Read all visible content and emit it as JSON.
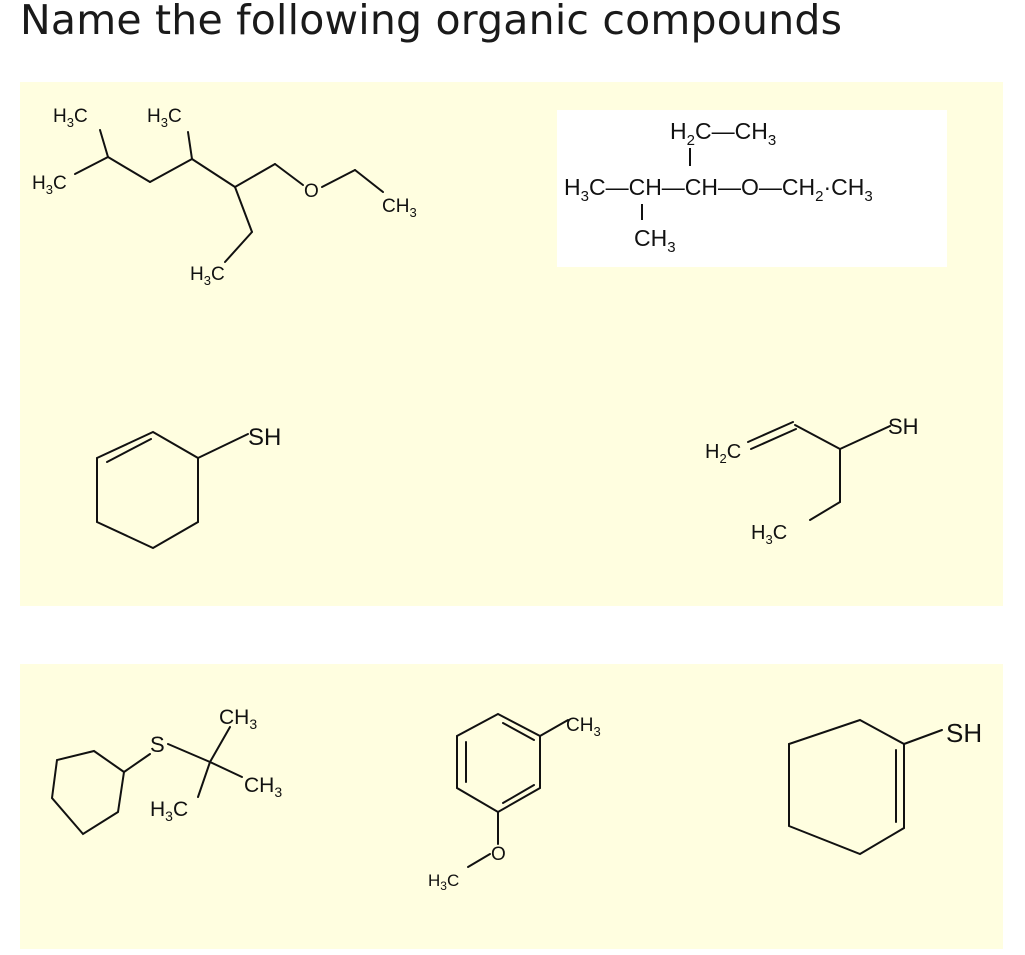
{
  "header": {
    "title": "Name the following organic compounds"
  },
  "colors": {
    "panel_bg": "#fffee0",
    "box_bg": "#ffffff",
    "ink": "#111111"
  },
  "m1": {
    "a1": "H",
    "a1s": "3",
    "a1t": "C",
    "a2": "H",
    "a2s": "3",
    "a2t": "C",
    "a3": "H",
    "a3s": "3",
    "a3t": "C",
    "o": "O",
    "ch": "CH",
    "chs": "3",
    "a4": "H",
    "a4s": "3",
    "a4t": "C"
  },
  "m2": {
    "top": "H",
    "tops": "2",
    "topt": "C—CH",
    "tops2": "3",
    "main": "H",
    "mains": "3",
    "maint": "C—CH—CH—O—CH",
    "mains2": "2",
    "maint2": "·CH",
    "mains3": "3",
    "bot": "CH",
    "bots": "3"
  },
  "m3": {
    "sh": "SH"
  },
  "m4": {
    "sh": "SH",
    "h2c": "H",
    "h2cs": "2",
    "h2ct": "C",
    "h3c": "H",
    "h3cs": "3",
    "h3ct": "C"
  },
  "m5": {
    "s": "S",
    "ch3a": "CH",
    "ch3as": "3",
    "ch3b": "CH",
    "ch3bs": "3",
    "h3c": "H",
    "h3cs": "3",
    "h3ct": "C"
  },
  "m6": {
    "ch3": "CH",
    "ch3s": "3",
    "o": "O",
    "h3c": "H",
    "h3cs": "3",
    "h3ct": "C"
  },
  "m7": {
    "sh": "SH"
  }
}
